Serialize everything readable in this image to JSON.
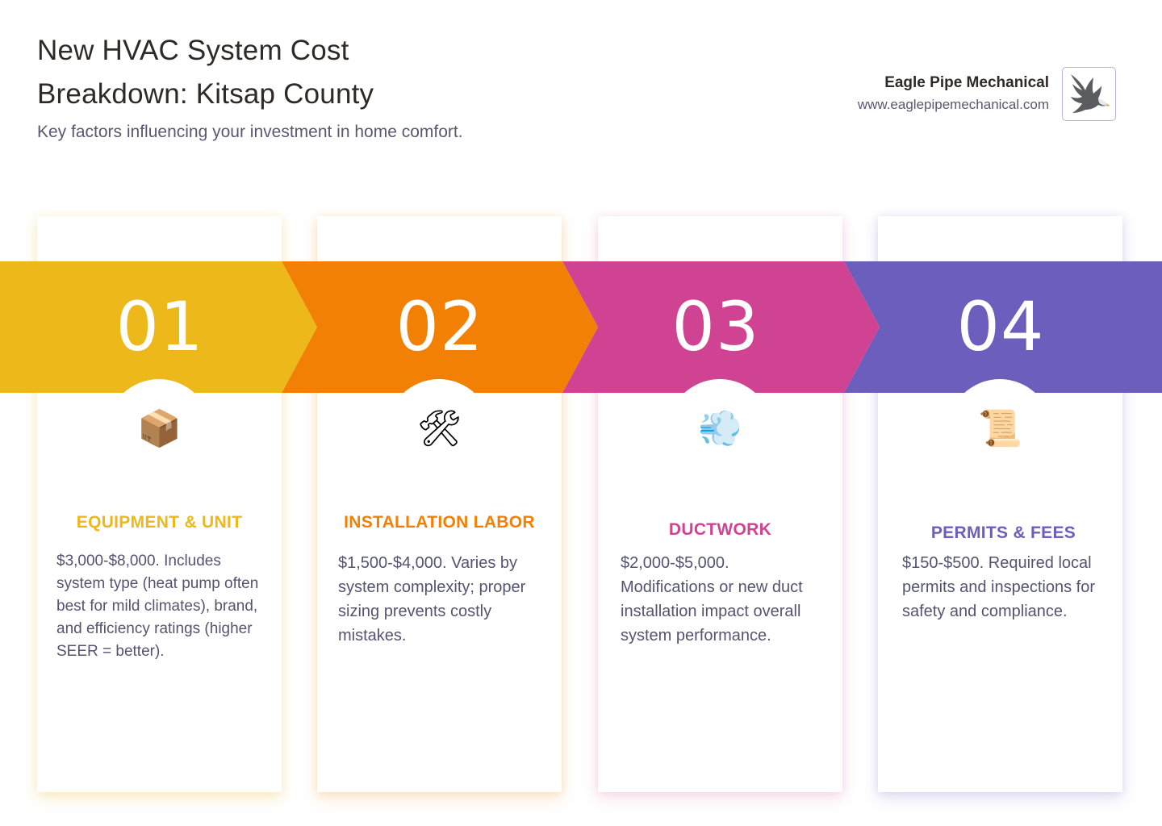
{
  "header": {
    "title": "New HVAC System Cost Breakdown: Kitsap County",
    "subtitle": "Key factors influencing your investment in home comfort."
  },
  "brand": {
    "name": "Eagle Pipe Mechanical",
    "url": "www.eaglepipemechanical.com",
    "logo_icon": "eagle-icon"
  },
  "colors": {
    "step1": "#ecb81a",
    "step2": "#f28004",
    "step3": "#d04292",
    "step4": "#6c5ebc",
    "title_text": "#2f2a26",
    "body_text": "#555370"
  },
  "steps": [
    {
      "number": "01",
      "icon": "package-icon",
      "glyph": "📦",
      "title": "EQUIPMENT & UNIT",
      "body": "$3,000-$8,000. Includes system type (heat pump often best for mild climates), brand, and efficiency ratings (higher SEER = better)."
    },
    {
      "number": "02",
      "icon": "hammer-and-wrench-icon",
      "glyph": "🛠",
      "title": "INSTALLATION LABOR",
      "body": "$1,500-$4,000. Varies by system complexity; proper sizing prevents costly mistakes."
    },
    {
      "number": "03",
      "icon": "wind-gust-icon",
      "glyph": "💨",
      "title": "DUCTWORK",
      "body": "$2,000-$5,000. Modifications or new duct installation impact overall system performance."
    },
    {
      "number": "04",
      "icon": "scroll-icon",
      "glyph": "📜",
      "title": "PERMITS & FEES",
      "body": "$150-$500. Required local permits and inspections for safety and compliance."
    }
  ]
}
